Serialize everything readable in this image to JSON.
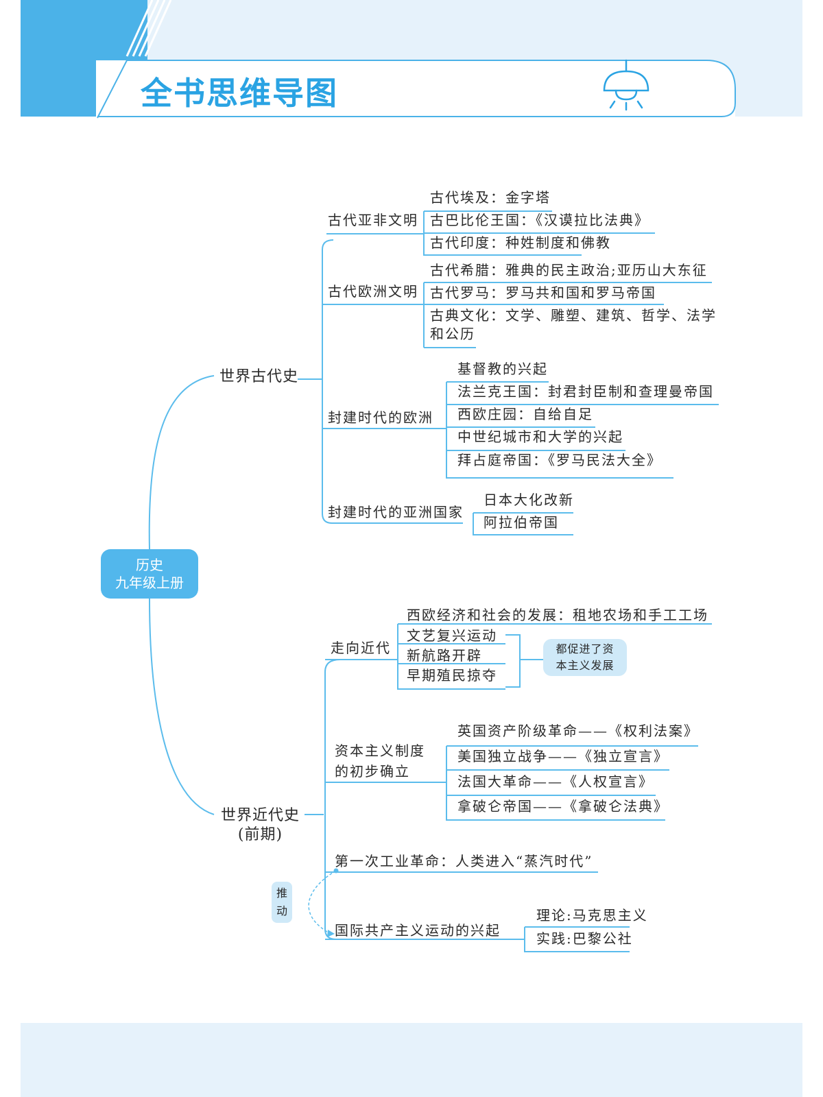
{
  "header": {
    "title": "全书思维导图"
  },
  "root": {
    "line1": "历史",
    "line2": "九年级上册"
  },
  "ancient": {
    "label": "世界古代史",
    "asia_africa": {
      "label": "古代亚非文明",
      "items": [
        "古代埃及：金字塔",
        "古巴比伦王国：《汉谟拉比法典》",
        "古代印度：种姓制度和佛教"
      ]
    },
    "europe": {
      "label": "古代欧洲文明",
      "items": [
        "古代希腊：雅典的民主政治;亚历山大东征",
        "古代罗马：罗马共和国和罗马帝国"
      ],
      "culture_line1": "古典文化：文学、雕塑、建筑、哲学、法学",
      "culture_line2": "和公历"
    },
    "feudal_europe": {
      "label": "封建时代的欧洲",
      "items": [
        "基督教的兴起",
        "法兰克王国：封君封臣制和查理曼帝国",
        "西欧庄园：自给自足",
        "中世纪城市和大学的兴起",
        "拜占庭帝国：《罗马民法大全》"
      ]
    },
    "feudal_asia": {
      "label": "封建时代的亚洲国家",
      "items": [
        "日本大化改新",
        "阿拉伯帝国"
      ]
    }
  },
  "modern": {
    "label_line1": "世界近代史",
    "label_line2": "(前期)",
    "toward": {
      "label": "走向近代",
      "top": "西欧经济和社会的发展：租地农场和手工工场",
      "items": [
        "文艺复兴运动",
        "新航路开辟",
        "早期殖民掠夺"
      ],
      "note_line1": "都促进了资",
      "note_line2": "本主义发展"
    },
    "capitalism": {
      "label_line1": "资本主义制度",
      "label_line2": "的初步确立",
      "items": [
        "英国资产阶级革命——《权利法案》",
        "美国独立战争——《独立宣言》",
        "法国大革命——《人权宣言》",
        "拿破仑帝国——《拿破仑法典》"
      ]
    },
    "industrial": {
      "label": "第一次工业革命：人类进入“蒸汽时代”"
    },
    "push": {
      "line1": "推",
      "line2": "动"
    },
    "communist": {
      "label": "国际共产主义运动的兴起",
      "items": [
        "理论:马克思主义",
        "实践:巴黎公社"
      ]
    }
  },
  "colors": {
    "accent": "#4bb2e8",
    "line": "#5bbcec",
    "header_bg": "#e6f2fb",
    "note_bg": "#cfe9f8"
  }
}
